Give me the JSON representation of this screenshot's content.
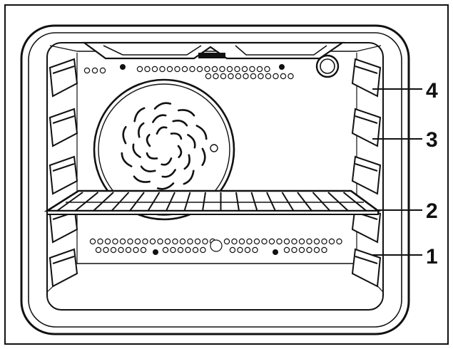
{
  "shelf_levels": [
    {
      "id": "4",
      "label": "4"
    },
    {
      "id": "3",
      "label": "3"
    },
    {
      "id": "2",
      "label": "2"
    },
    {
      "id": "1",
      "label": "1"
    }
  ],
  "colors": {
    "line": "#111111",
    "background": "#ffffff",
    "fill": "#ffffff"
  },
  "components": {
    "oven_cavity": "oven-cavity",
    "convection_fan": "fan-icon",
    "wire_rack": "wire-rack",
    "side_rails": "rack-rail",
    "oven_lamp": "lamp-icon",
    "grill_element": "grill-element"
  }
}
